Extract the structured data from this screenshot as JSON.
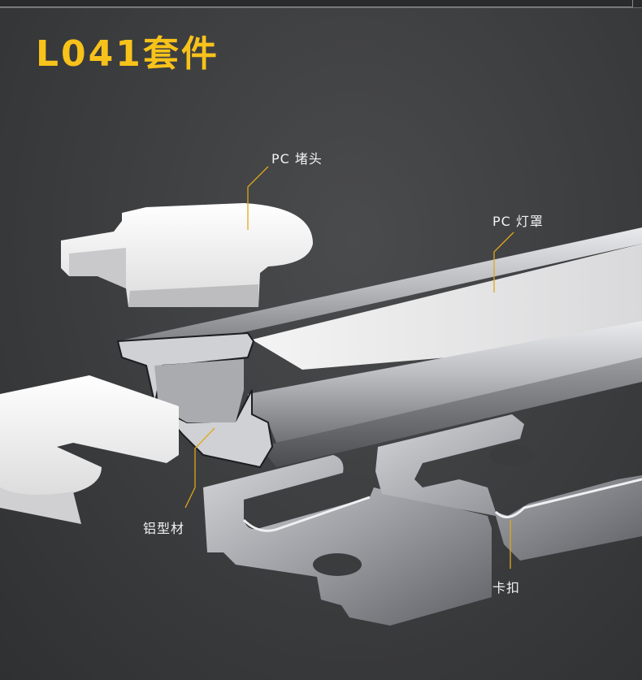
{
  "title": "L041套件",
  "labels": {
    "end_cap": "PC 堵头",
    "diffuser": "PC 灯罩",
    "profile": "铝型材",
    "clip": "卡扣"
  },
  "colors": {
    "title": "#f7c21a",
    "background": "#3a3b3d",
    "callout_line": "#e0a81a"
  }
}
